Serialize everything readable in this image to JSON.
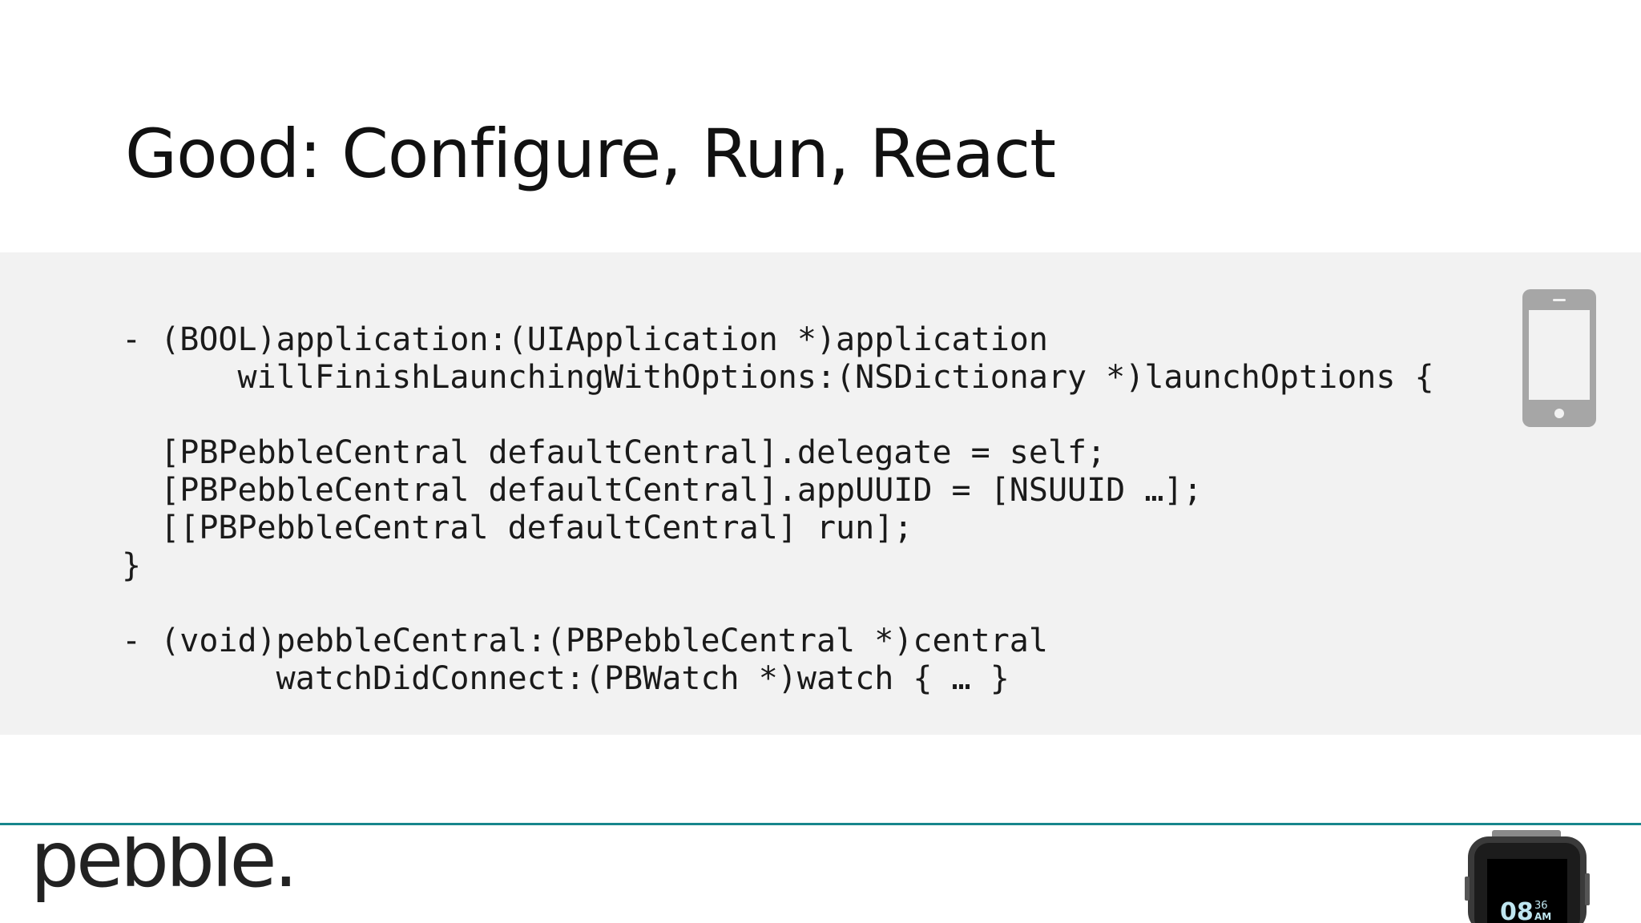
{
  "slide": {
    "title": "Good: Configure, Run, React"
  },
  "code": {
    "lines": [
      "- (BOOL)application:(UIApplication *)application",
      "      willFinishLaunchingWithOptions:(NSDictionary *)launchOptions {",
      "",
      "  [PBPebbleCentral defaultCentral].delegate = self;",
      "  [PBPebbleCentral defaultCentral].appUUID = [NSUUID …];",
      "  [[PBPebbleCentral defaultCentral] run];",
      "}",
      "",
      "- (void)pebbleCentral:(PBPebbleCentral *)central",
      "        watchDidConnect:(PBWatch *)watch { … }"
    ]
  },
  "icons": {
    "phone": "phone-icon",
    "watch": "pebble-watch-image"
  },
  "footer": {
    "logo_text": "pebble.",
    "watch_time_hours": "08",
    "watch_time_minutes": "36",
    "watch_ampm": "AM"
  },
  "colors": {
    "accent_rule": "#17868c",
    "code_background": "#f2f2f2",
    "phone_icon": "#a6a6a6"
  }
}
